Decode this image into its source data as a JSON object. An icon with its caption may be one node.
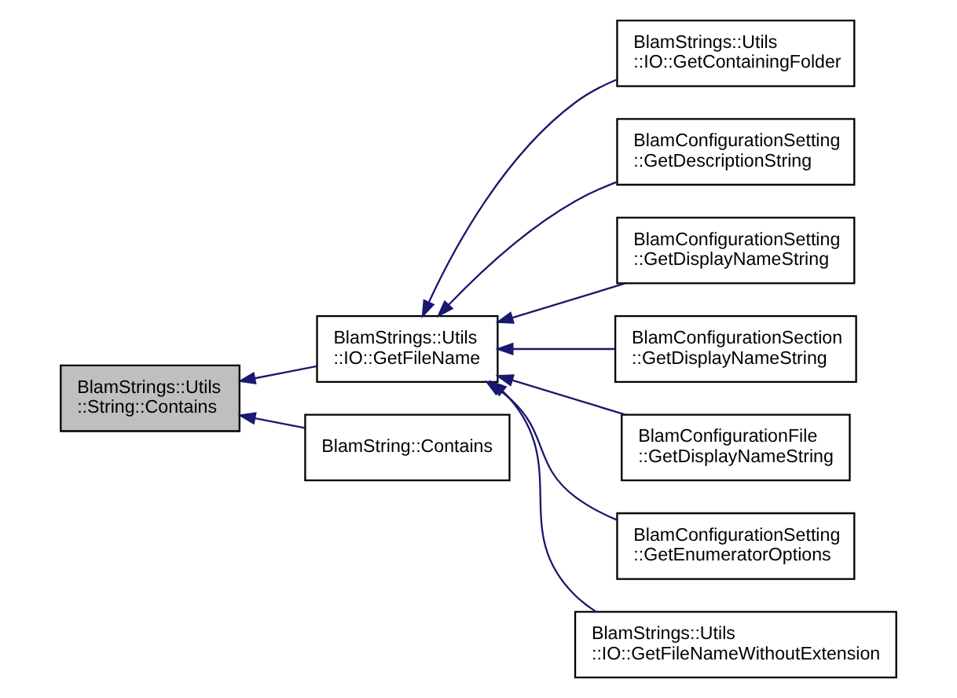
{
  "diagram": {
    "nodes": [
      {
        "text": [
          "BlamStrings::Utils ::IO::GetContainingFolder"
        ]
      },
      {
        "text": [
          "BlamConfigurationSetting ::GetDescriptionString"
        ]
      },
      {
        "text": [
          "BlamConfigurationSetting ::GetDisplayNameString"
        ]
      },
      {
        "text": [
          "BlamConfigurationSection ::GetDisplayNameString"
        ]
      },
      {
        "text": [
          "BlamConfigurationFile ::GetDisplayNameString"
        ]
      },
      {
        "text": [
          "BlamConfigurationSetting ::GetEnumeratorOptions"
        ]
      },
      {
        "text": [
          "BlamStrings::Utils ::IO::GetFileNameWithoutExtension"
        ]
      },
      {
        "text": [
          "BlamString::Contains"
        ]
      },
      {
        "text": [
          "BlamStrings::Utils ::IO::GetFileName"
        ]
      },
      {
        "text": [
          "BlamStrings::Utils ::String::Contains"
        ]
      }
    ],
    "edges": [
      {
        "from": 7,
        "to": 9,
        "arrow": "to"
      },
      {
        "from": 8,
        "to": 9,
        "arrow": "to"
      },
      {
        "from": 0,
        "to": 8,
        "arrow": "to"
      },
      {
        "from": 1,
        "to": 8,
        "arrow": "to"
      },
      {
        "from": 2,
        "to": 8,
        "arrow": "to"
      },
      {
        "from": 3,
        "to": 8,
        "arrow": "to"
      },
      {
        "from": 4,
        "to": 8,
        "arrow": "to"
      },
      {
        "from": 5,
        "to": 8,
        "arrow": "to"
      },
      {
        "from": 6,
        "to": 8,
        "arrow": "to"
      }
    ]
  }
}
